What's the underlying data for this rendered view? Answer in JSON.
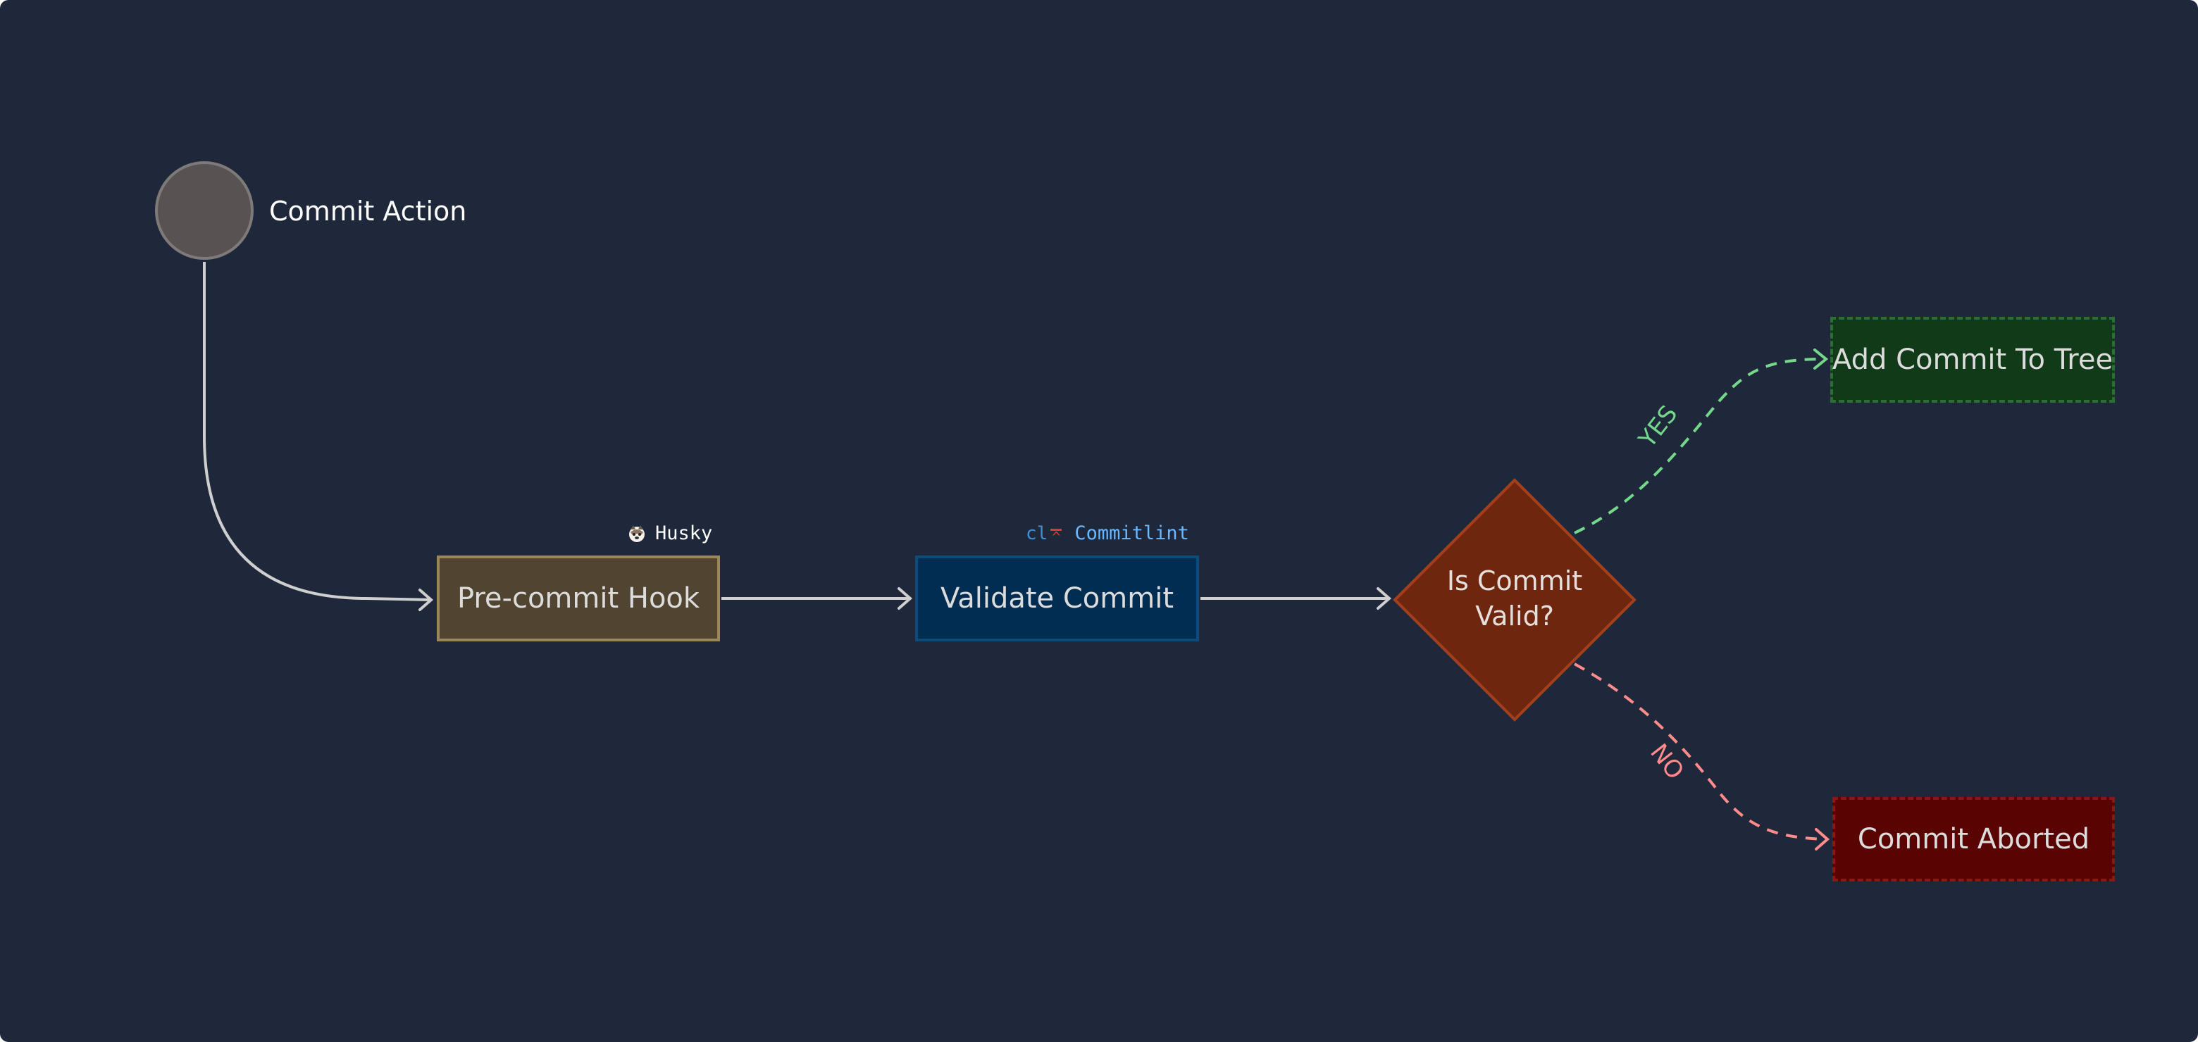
{
  "start": {
    "label": "Commit Action",
    "fill": "#585352"
  },
  "nodes": {
    "pre_commit_hook": "Pre-commit Hook",
    "validate_commit": "Validate Commit",
    "decision_line1": "Is Commit",
    "decision_line2": "Valid?",
    "add_commit": "Add Commit To Tree",
    "commit_aborted": "Commit Aborted"
  },
  "annotations": {
    "husky": "Husky",
    "commitlint_icon": "cl",
    "commitlint": "Commitlint"
  },
  "edges": {
    "yes_label": "YES",
    "no_label": "NO"
  },
  "colors": {
    "background": "#1f283b",
    "hook_fill": "#514431",
    "validate_fill": "#012d52",
    "decision_fill": "#6f260e",
    "add_fill": "#113a18",
    "abort_fill": "#5a0303",
    "yes_color": "#74d88b",
    "no_color": "#ff8b8b",
    "edge_color": "#cfcfcf"
  },
  "icons": {
    "husky": "dog-icon",
    "commitlint": "commitlint-icon"
  }
}
